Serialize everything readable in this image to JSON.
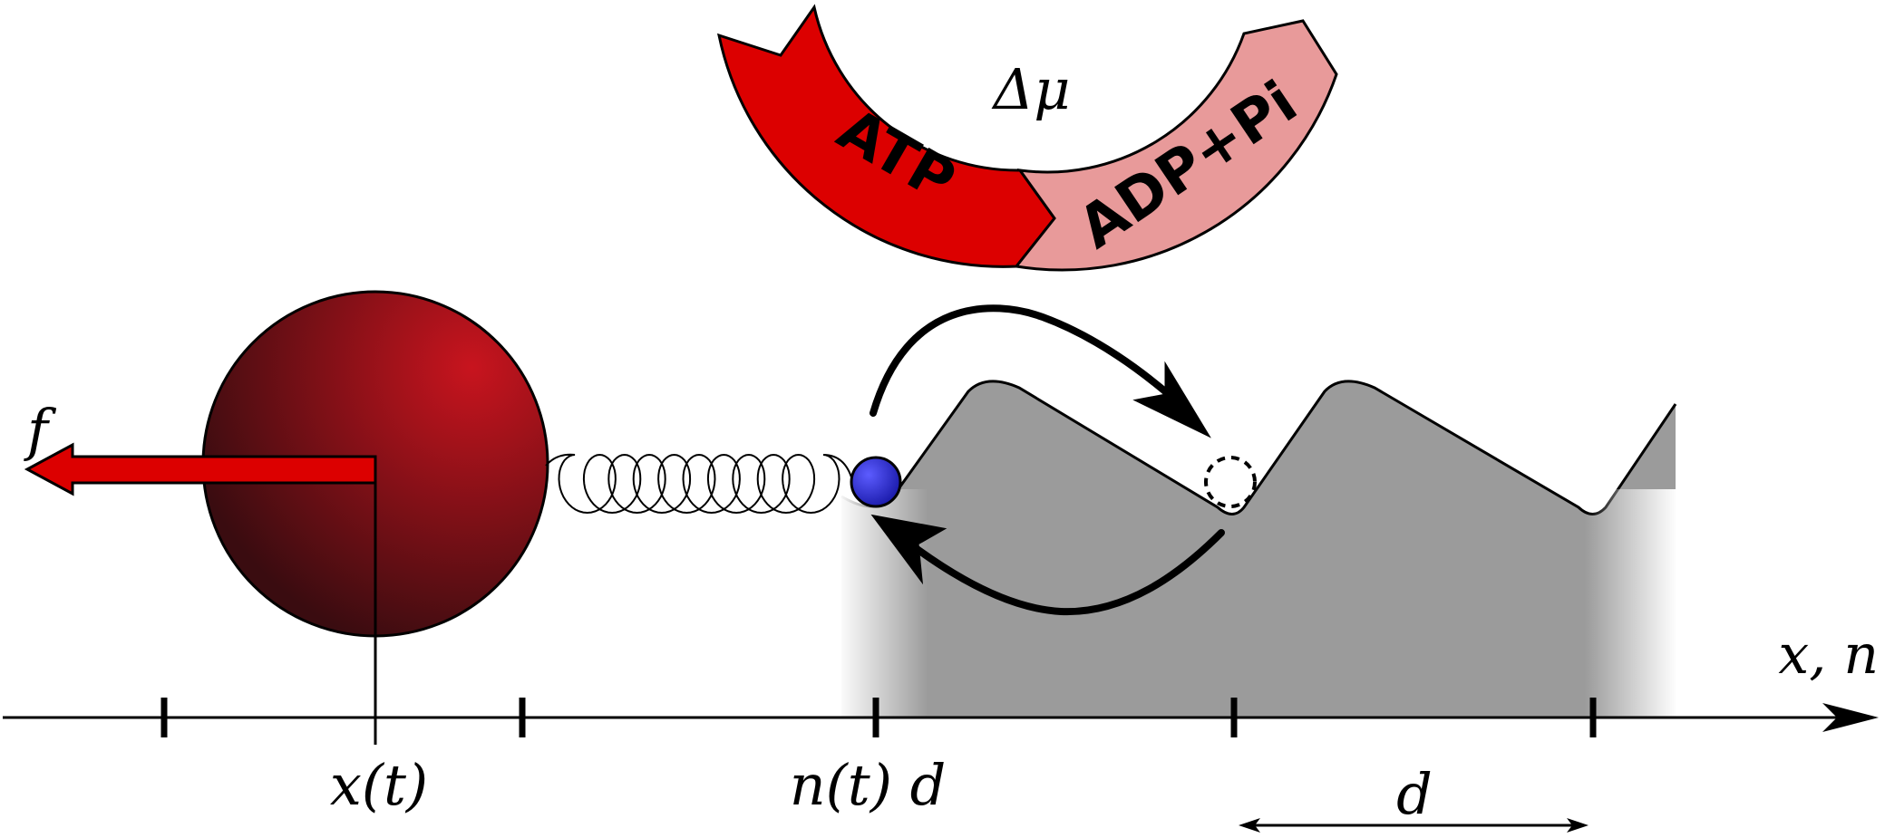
{
  "labels": {
    "delta_mu": "Δμ",
    "atp": "ATP",
    "adp_pi": "ADP+Pi",
    "force": "f",
    "axis": "x, n",
    "cargo_position": "x(t)",
    "motor_position": "n(t) d",
    "period": "d"
  },
  "colors": {
    "atp_fill": "#dc0000",
    "adp_fill": "#e89a9a",
    "force_arrow": "#dc0000",
    "bead_light": "#c8141e",
    "bead_dark": "#3a0c10",
    "motor_head": "#1a1aaa",
    "potential_fill": "#9b9b9b",
    "ink": "#000000"
  }
}
